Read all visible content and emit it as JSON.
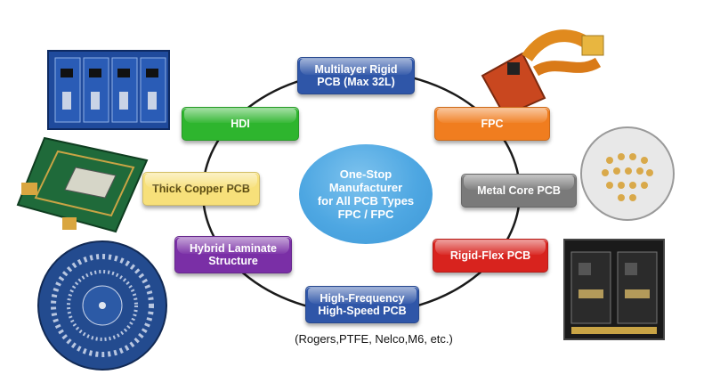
{
  "center": {
    "lines": [
      "One-Stop",
      "Manufacturer",
      "for All PCB Types",
      "FPC / FPC"
    ]
  },
  "nodes": {
    "multilayer": {
      "lines": [
        "Multilayer Rigid",
        "PCB (Max 32L)"
      ],
      "color": "#2f56a8"
    },
    "fpc": {
      "lines": [
        "FPC"
      ],
      "color": "#f07d1f"
    },
    "metal_core": {
      "lines": [
        "Metal Core PCB"
      ],
      "color": "#7a7a7a"
    },
    "rigid_flex": {
      "lines": [
        "Rigid-Flex PCB"
      ],
      "color": "#d8231e"
    },
    "high_freq": {
      "lines": [
        "High-Frequency",
        "High-Speed PCB"
      ],
      "color": "#2f56a8"
    },
    "hybrid": {
      "lines": [
        "Hybrid Laminate",
        "Structure"
      ],
      "color": "#7a2fa6"
    },
    "thick_copper": {
      "lines": [
        "Thick Copper PCB"
      ],
      "color": "#f7e07a"
    },
    "hdi": {
      "lines": [
        "HDI"
      ],
      "color": "#2eb52e"
    }
  },
  "footnote": "(Rogers,PTFE, Nelco,M6, etc.)"
}
